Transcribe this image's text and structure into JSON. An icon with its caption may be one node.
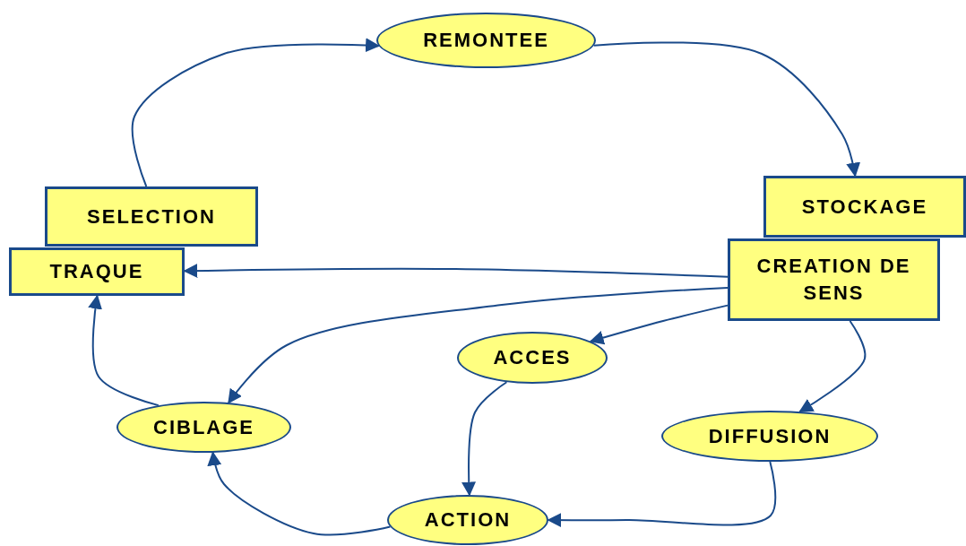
{
  "diagram": {
    "nodes": [
      {
        "text": [
          "REMONTEE"
        ]
      },
      {
        "text": [
          "SELECTION"
        ]
      },
      {
        "text": [
          "TRAQUE"
        ]
      },
      {
        "text": [
          "STOCKAGE"
        ]
      },
      {
        "text": [
          "CREATION DE SENS"
        ]
      },
      {
        "text": [
          "ACCES"
        ]
      },
      {
        "text": [
          "CIBLAGE"
        ]
      },
      {
        "text": [
          "DIFFUSION"
        ]
      },
      {
        "text": [
          "ACTION"
        ]
      }
    ],
    "edges": [
      {
        "from": 1,
        "to": 0,
        "arrow": "to"
      },
      {
        "from": 0,
        "to": 3,
        "arrow": "to"
      },
      {
        "from": 4,
        "to": 2,
        "arrow": "to"
      },
      {
        "from": 4,
        "to": 6,
        "arrow": "to"
      },
      {
        "from": 4,
        "to": 5,
        "arrow": "to"
      },
      {
        "from": 4,
        "to": 7,
        "arrow": "to"
      },
      {
        "from": 5,
        "to": 8,
        "arrow": "to"
      },
      {
        "from": 7,
        "to": 8,
        "arrow": "to"
      },
      {
        "from": 8,
        "to": 6,
        "arrow": "to"
      },
      {
        "from": 6,
        "to": 2,
        "arrow": "to"
      }
    ]
  }
}
